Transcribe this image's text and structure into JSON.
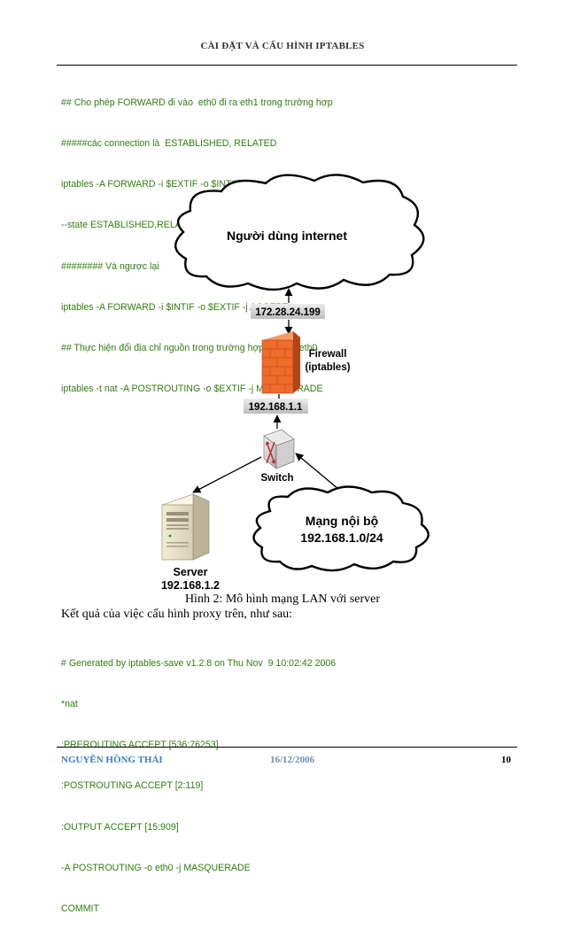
{
  "header": {
    "title": "CÀI ĐẶT VÀ CẤU HÌNH IPTABLES"
  },
  "code_top": {
    "lines": [
      "## Cho phép FORWARD đi vào  eth0 đi ra eth1 trong trường hợp",
      "#####các connection là  ESTABLISHED, RELATED",
      "iptables -A FORWARD -i $EXTIF -o $INTIF -m state  \\",
      "--state ESTABLISHED,RELATED -j ACCEPT",
      "######## Và ngược lại",
      "iptables -A FORWARD -i $INTIF -o $EXTIF -j ACCEPT",
      "## Thực hiện đổi địa chỉ nguồn trong trường hợp đi ra từ eth0",
      "iptables -t nat -A POSTROUTING -o $EXTIF -j MASQUERADE"
    ]
  },
  "diagram": {
    "internet_label": "Người dùng internet",
    "public_ip": "172.28.24.199",
    "firewall_label_1": "Firewall",
    "firewall_label_2": "(iptables)",
    "gateway_ip": "192.168.1.1",
    "switch_label": "Switch",
    "lan_label_1": "Mạng nội bộ",
    "lan_label_2": "192.168.1.0/24",
    "server_label_1": "Server",
    "server_label_2": "192.168.1.2"
  },
  "caption": "Hình 2: Mô hình mạng LAN với server",
  "result_text": "Kết quả của việc cấu hình proxy trên, như sau:",
  "code_bottom": {
    "lines": [
      "# Generated by iptables-save v1.2.8 on Thu Nov  9 10:02:42 2006",
      "*nat",
      ":PREROUTING ACCEPT [536:76253]",
      ":POSTROUTING ACCEPT [2:119]",
      ":OUTPUT ACCEPT [15:909]",
      "-A POSTROUTING -o eth0 -j MASQUERADE",
      "COMMIT"
    ]
  },
  "footer": {
    "author": "NGUYỄN HỒNG THÁI",
    "date": "16/12/2006",
    "page": "10"
  },
  "colors": {
    "code_green": "#2f7d0f",
    "author_blue": "#3a7cc9",
    "firewall_orange": "#ef6b2a"
  }
}
